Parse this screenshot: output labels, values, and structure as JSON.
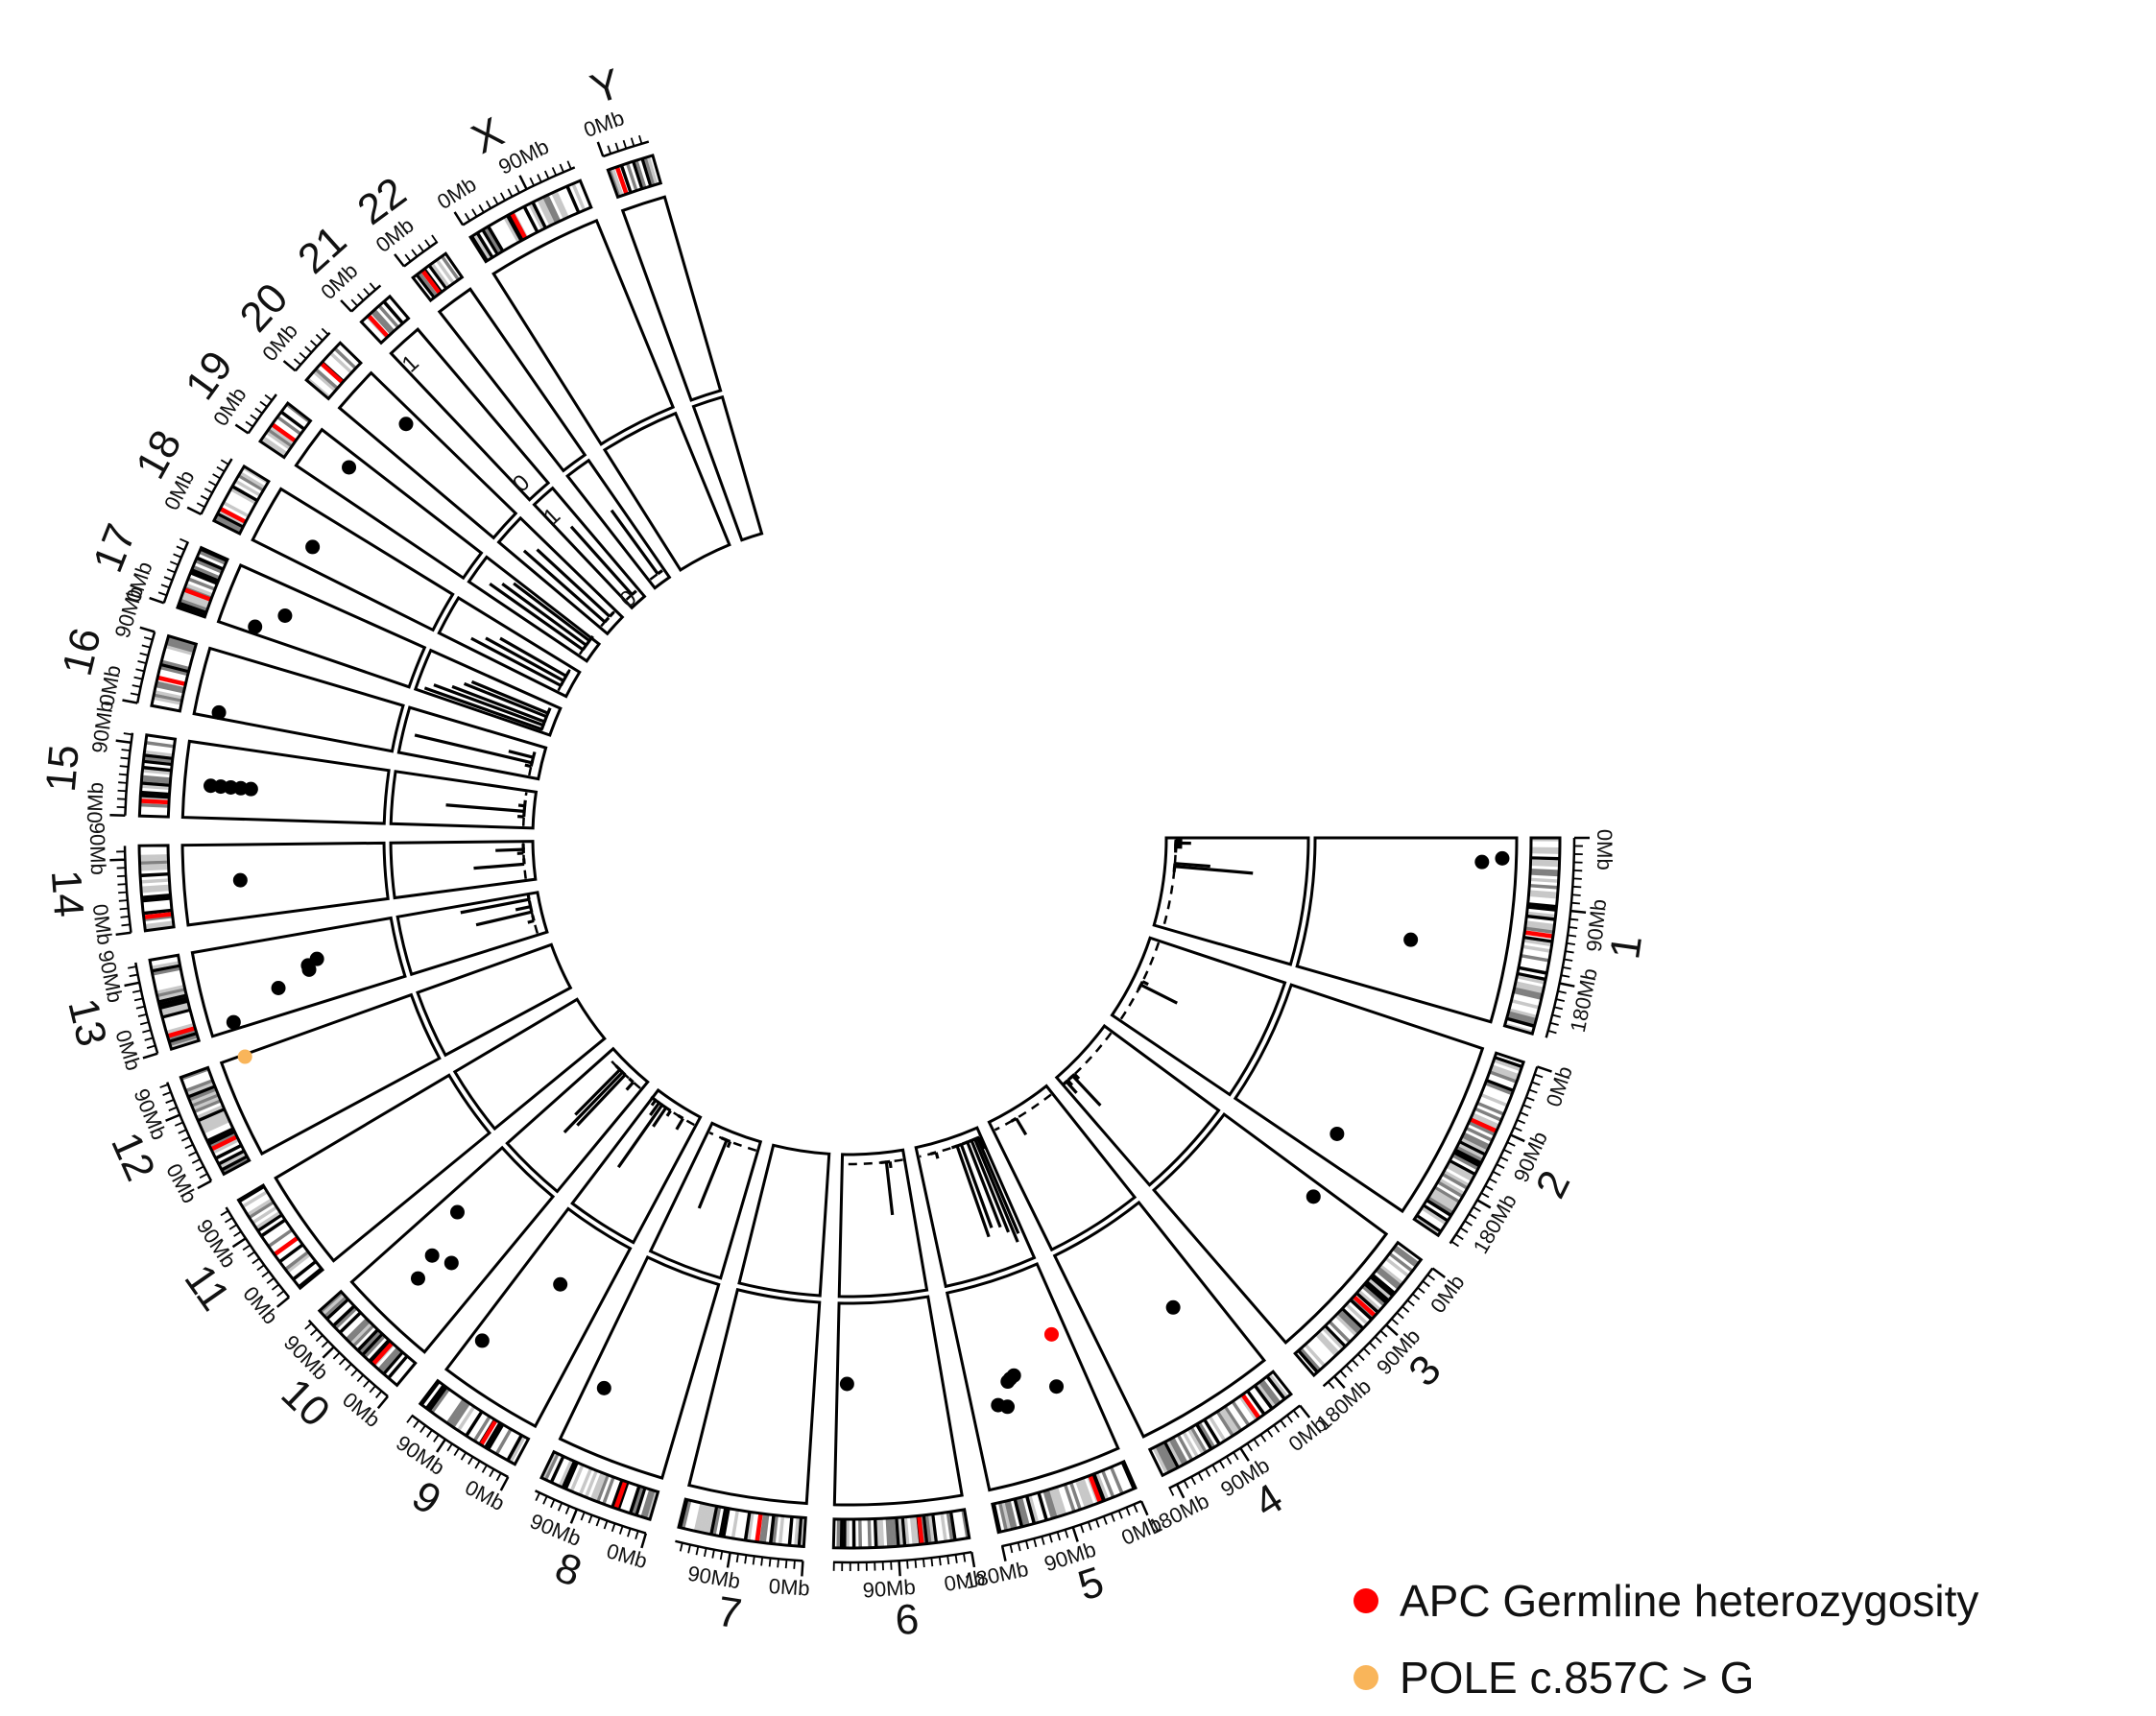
{
  "colors": {
    "apc": "#ff0000",
    "pole": "#f9b55a",
    "mutation": "#000000",
    "band_light": "#c8c8c8",
    "band_mid": "#808080",
    "band_dark": "#000000",
    "band_gvar": "#7a9cc6"
  },
  "scale_labels": {
    "outer_track_top": "1",
    "outer_track_bottom": "0",
    "inner_track_top": "1",
    "inner_track_bottom": "0"
  },
  "legend": [
    {
      "label": "APC Germline heterozygosity",
      "color": "#ff0000"
    },
    {
      "label": "POLE c.857C > G",
      "color": "#f9b55a"
    }
  ],
  "chromosomes": [
    {
      "name": "1",
      "length_mb": 249,
      "ticks": [
        "0Mb",
        "90Mb",
        "180Mb"
      ],
      "centromere_mb": 124,
      "mutations_mb": [
        {
          "pos": 28,
          "level": 0.93
        },
        {
          "pos": 34,
          "level": 0.83
        },
        {
          "pos": 160,
          "level": 0.52
        }
      ],
      "copy_mb": [
        {
          "pos": 6,
          "value": 0.05
        },
        {
          "pos": 10,
          "value": 0.05
        },
        {
          "pos": 14,
          "value": 0.12
        },
        {
          "pos": 18,
          "value": 0.05
        },
        {
          "pos": 25,
          "value": 0.05
        },
        {
          "pos": 70,
          "value": 0.28
        },
        {
          "pos": 78,
          "value": 0.62
        }
      ]
    },
    {
      "name": "2",
      "length_mb": 243,
      "ticks": [
        "0Mb",
        "90Mb",
        "180Mb"
      ],
      "centromere_mb": 93,
      "mutations_mb": [
        {
          "pos": 200,
          "level": 0.52
        }
      ],
      "copy_mb": [
        {
          "pos": 120,
          "value": 0.05
        },
        {
          "pos": 130,
          "value": 0.32
        }
      ]
    },
    {
      "name": "3",
      "length_mb": 198,
      "ticks": [
        "0Mb",
        "90Mb",
        "180Mb"
      ],
      "centromere_mb": 91,
      "mutations_mb": [
        {
          "pos": 20,
          "level": 0.6
        }
      ],
      "copy_mb": [
        {
          "pos": 155,
          "value": 0.05
        },
        {
          "pos": 162,
          "value": 0.32
        },
        {
          "pos": 180,
          "value": 0.05
        },
        {
          "pos": 185,
          "value": 0.12
        }
      ]
    },
    {
      "name": "4",
      "length_mb": 191,
      "ticks": [
        "0Mb",
        "90Mb",
        "180Mb"
      ],
      "centromere_mb": 50,
      "mutations_mb": [
        {
          "pos": 60,
          "level": 0.52
        }
      ],
      "copy_mb": [
        {
          "pos": 120,
          "value": 0.15
        }
      ]
    },
    {
      "name": "5",
      "length_mb": 181,
      "ticks": [
        "0Mb",
        "90Mb",
        "180Mb"
      ],
      "centromere_mb": 48,
      "mutations_mb": [
        {
          "pos": 25,
          "level": 0.35,
          "class": "apc"
        },
        {
          "pos": 48,
          "level": 0.6
        },
        {
          "pos": 105,
          "level": 0.48
        },
        {
          "pos": 112,
          "level": 0.49
        },
        {
          "pos": 117,
          "level": 0.5
        },
        {
          "pos": 128,
          "level": 0.62
        },
        {
          "pos": 141,
          "level": 0.6
        }
      ],
      "copy_mb": [
        {
          "pos": 5,
          "value": 0.1
        },
        {
          "pos": 10,
          "value": 0.82
        },
        {
          "pos": 18,
          "value": 0.88
        },
        {
          "pos": 28,
          "value": 0.78
        },
        {
          "pos": 40,
          "value": 0.72
        },
        {
          "pos": 58,
          "value": 0.7
        },
        {
          "pos": 70,
          "value": 0.76
        },
        {
          "pos": 130,
          "value": 0.05
        }
      ]
    },
    {
      "name": "6",
      "length_mb": 171,
      "ticks": [
        "0Mb",
        "90Mb"
      ],
      "centromere_mb": 60,
      "mutations_mb": [
        {
          "pos": 155,
          "level": 0.4
        }
      ],
      "copy_mb": [
        {
          "pos": 40,
          "value": 0.05
        },
        {
          "pos": 50,
          "value": 0.42
        }
      ]
    },
    {
      "name": "7",
      "length_mb": 159,
      "ticks": [
        "0Mb",
        "90Mb"
      ],
      "centromere_mb": 59,
      "mutations_mb": [],
      "copy_mb": []
    },
    {
      "name": "8",
      "length_mb": 146,
      "ticks": [
        "0Mb",
        "90Mb"
      ],
      "centromere_mb": 45,
      "mutations_mb": [
        {
          "pos": 120,
          "level": 0.68
        }
      ],
      "copy_mb": [
        {
          "pos": 80,
          "value": 0.05
        },
        {
          "pos": 90,
          "value": 0.58
        }
      ]
    },
    {
      "name": "9",
      "length_mb": 141,
      "ticks": [
        "0Mb",
        "90Mb"
      ],
      "centromere_mb": 49,
      "mutations_mb": [
        {
          "pos": 75,
          "level": 0.33
        },
        {
          "pos": 125,
          "level": 0.78
        }
      ],
      "copy_mb": [
        {
          "pos": 40,
          "value": 0.1
        },
        {
          "pos": 80,
          "value": 0.05
        },
        {
          "pos": 95,
          "value": 0.18
        },
        {
          "pos": 108,
          "value": 0.6
        },
        {
          "pos": 118,
          "value": 0.12
        },
        {
          "pos": 130,
          "value": 0.05
        }
      ]
    },
    {
      "name": "10",
      "length_mb": 135,
      "ticks": [
        "0Mb",
        "90Mb"
      ],
      "centromere_mb": 40,
      "mutations_mb": [
        {
          "pos": 55,
          "level": 0.58
        },
        {
          "pos": 75,
          "level": 0.75
        },
        {
          "pos": 84,
          "level": 0.62
        },
        {
          "pos": 105,
          "level": 0.38
        }
      ],
      "copy_mb": [
        {
          "pos": 30,
          "value": 0.08
        },
        {
          "pos": 60,
          "value": 0.55
        },
        {
          "pos": 70,
          "value": 0.66
        },
        {
          "pos": 80,
          "value": 0.5
        }
      ]
    },
    {
      "name": "11",
      "length_mb": 135,
      "ticks": [
        "0Mb",
        "90Mb"
      ],
      "centromere_mb": 53,
      "mutations_mb": [],
      "copy_mb": []
    },
    {
      "name": "12",
      "length_mb": 133,
      "ticks": [
        "0Mb",
        "90Mb"
      ],
      "centromere_mb": 35,
      "mutations_mb": [
        {
          "pos": 130,
          "level": 0.88,
          "class": "pole"
        }
      ],
      "copy_mb": []
    },
    {
      "name": "13",
      "length_mb": 115,
      "ticks": [
        "0Mb",
        "90Mb"
      ],
      "centromere_mb": 17,
      "mutations_mb": [
        {
          "pos": 10,
          "level": 0.88
        },
        {
          "pos": 40,
          "level": 0.62
        },
        {
          "pos": 56,
          "level": 0.45
        },
        {
          "pos": 63,
          "level": 0.45
        },
        {
          "pos": 70,
          "level": 0.4
        }
      ],
      "copy_mb": [
        {
          "pos": 40,
          "value": 0.05
        },
        {
          "pos": 65,
          "value": 0.45
        },
        {
          "pos": 80,
          "value": 0.12
        },
        {
          "pos": 100,
          "value": 0.55
        }
      ]
    },
    {
      "name": "14",
      "length_mb": 107,
      "ticks": [
        "0Mb",
        "90Mb"
      ],
      "centromere_mb": 17,
      "mutations_mb": [
        {
          "pos": 55,
          "level": 0.72
        }
      ],
      "copy_mb": [
        {
          "pos": 45,
          "value": 0.4
        },
        {
          "pos": 75,
          "value": 0.05
        },
        {
          "pos": 85,
          "value": 0.22
        }
      ]
    },
    {
      "name": "15",
      "length_mb": 102,
      "ticks": [
        "0Mb",
        "90Mb"
      ],
      "centromere_mb": 19,
      "mutations_mb": [
        {
          "pos": 45,
          "level": 0.87
        },
        {
          "pos": 45,
          "level": 0.82
        },
        {
          "pos": 45,
          "level": 0.77
        },
        {
          "pos": 45,
          "level": 0.72
        },
        {
          "pos": 45,
          "level": 0.67
        }
      ],
      "copy_mb": [
        {
          "pos": 30,
          "value": 0.05
        },
        {
          "pos": 45,
          "value": 0.62
        },
        {
          "pos": 60,
          "value": 0.05
        }
      ]
    },
    {
      "name": "16",
      "length_mb": 90,
      "ticks": [
        "0Mb",
        "90Mb"
      ],
      "centromere_mb": 36,
      "mutations_mb": [
        {
          "pos": 8,
          "level": 0.88
        }
      ],
      "copy_mb": [
        {
          "pos": 30,
          "value": 0.05
        },
        {
          "pos": 40,
          "value": 0.95
        },
        {
          "pos": 55,
          "value": 0.2
        }
      ]
    },
    {
      "name": "17",
      "length_mb": 81,
      "ticks": [
        "0Mb"
      ],
      "centromere_mb": 24,
      "mutations_mb": [
        {
          "pos": 10,
          "level": 0.82
        },
        {
          "pos": 40,
          "level": 0.7
        }
      ],
      "copy_mb": [
        {
          "pos": 8,
          "value": 0.98
        },
        {
          "pos": 20,
          "value": 0.92
        },
        {
          "pos": 30,
          "value": 0.78
        },
        {
          "pos": 45,
          "value": 0.7
        },
        {
          "pos": 55,
          "value": 0.65
        }
      ]
    },
    {
      "name": "18",
      "length_mb": 78,
      "ticks": [
        "0Mb"
      ],
      "centromere_mb": 17,
      "mutations_mb": [
        {
          "pos": 30,
          "level": 0.72
        }
      ],
      "copy_mb": [
        {
          "pos": 20,
          "value": 0.8
        },
        {
          "pos": 35,
          "value": 0.7
        },
        {
          "pos": 50,
          "value": 0.6
        }
      ]
    },
    {
      "name": "19",
      "length_mb": 59,
      "ticks": [
        "0Mb"
      ],
      "centromere_mb": 26,
      "mutations_mb": [
        {
          "pos": 40,
          "level": 0.78
        }
      ],
      "copy_mb": [
        {
          "pos": 20,
          "value": 0.9
        },
        {
          "pos": 35,
          "value": 0.82
        },
        {
          "pos": 50,
          "value": 0.75
        }
      ]
    },
    {
      "name": "20",
      "length_mb": 63,
      "ticks": [
        "0Mb"
      ],
      "centromere_mb": 28,
      "mutations_mb": [
        {
          "pos": 45,
          "level": 0.7
        }
      ],
      "copy_mb": [
        {
          "pos": 20,
          "value": 0.85
        },
        {
          "pos": 40,
          "value": 0.78
        }
      ]
    },
    {
      "name": "21",
      "length_mb": 48,
      "ticks": [
        "0Mb"
      ],
      "centromere_mb": 12,
      "mutations_mb": [],
      "copy_mb": [
        {
          "pos": 25,
          "value": 0.72
        }
      ]
    },
    {
      "name": "22",
      "length_mb": 51,
      "ticks": [
        "0Mb"
      ],
      "centromere_mb": 15,
      "mutations_mb": [],
      "copy_mb": [
        {
          "pos": 30,
          "value": 0.62
        }
      ]
    },
    {
      "name": "X",
      "length_mb": 155,
      "ticks": [
        "0Mb",
        "90Mb"
      ],
      "centromere_mb": 60,
      "mutations_mb": [],
      "copy_mb": []
    },
    {
      "name": "Y",
      "length_mb": 59,
      "ticks": [
        "0Mb"
      ],
      "centromere_mb": 12,
      "mutations_mb": [],
      "copy_mb": []
    }
  ]
}
